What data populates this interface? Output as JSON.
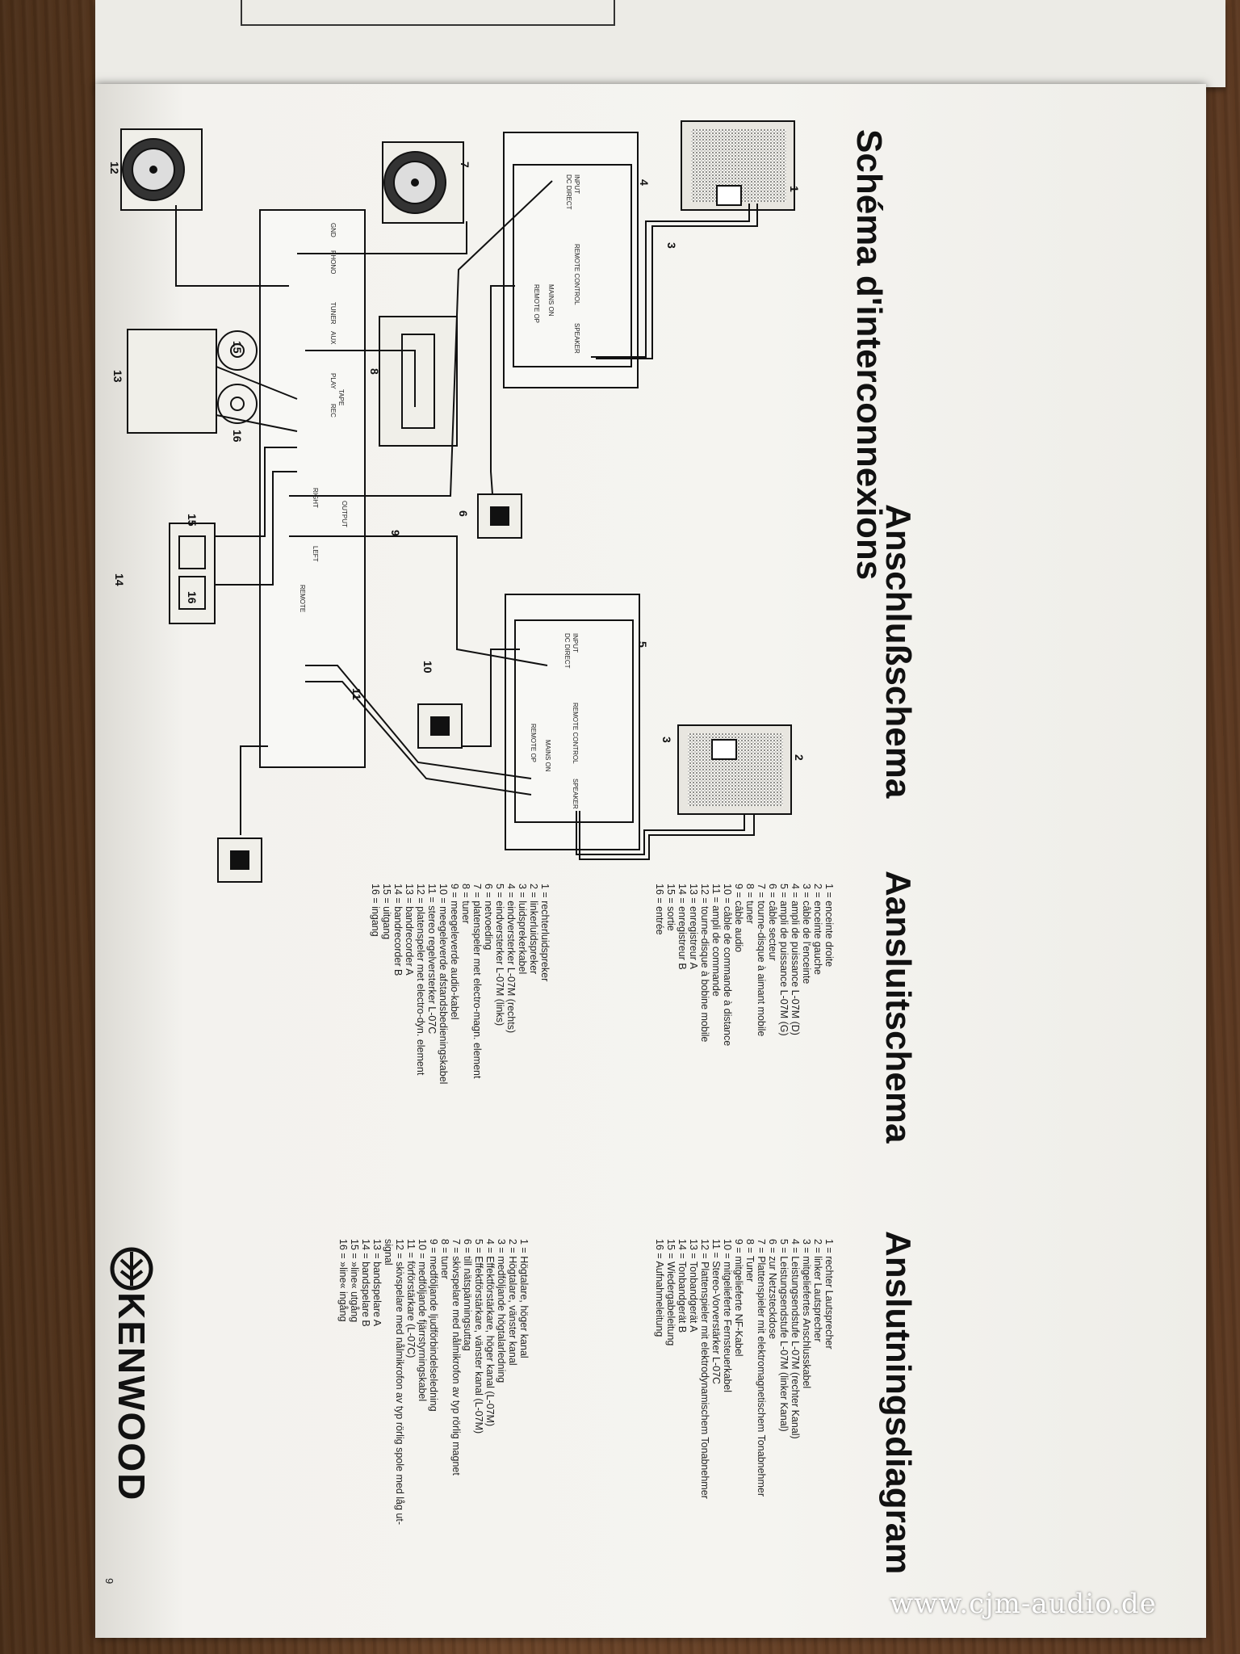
{
  "titles": {
    "fr": "Schéma d'interconnexions",
    "de": "Anschlußschema",
    "nl": "Aansluitschema",
    "sv": "Anslutningsdiagram"
  },
  "legend_fr": [
    "1 = enceinte droite",
    "2 = enceinte gauche",
    "3 = câble de l'enceinte",
    "4 = ampli de puissance L-07M (D)",
    "5 = ampli de puissance L-07M (G)",
    "6 = câble secteur",
    "7 = tourne-disque à aimant mobile",
    "8 = tuner",
    "9 = câble audio",
    "10 = câble de commande à distance",
    "11 = ampli de commande",
    "12 = tourne-disque à bobine mobile",
    "13 = enregistreur A",
    "14 = enregistreur B",
    "15 = sortie",
    "16 = entrée"
  ],
  "legend_nl": [
    "1 = rechterluidspreker",
    "2 = linkerluidspreker",
    "3 = luidsprekerkabel",
    "4 = eindversterker L-07M (rechts)",
    "5 = eindversterker L-07M (links)",
    "6 = netvoeding",
    "7 = platenspeler met electro-magn. element",
    "8 = tuner",
    "9 = meegeleverde audio-kabel",
    "10 = meegeleverde afstandsbedieningskabel",
    "11 = stereo regelversterker L-07C",
    "12 = platenspeler met electro-dyn. element",
    "13 = bandrecorder A",
    "14 = bandrecorder B",
    "15 = uitgang",
    "16 = ingang"
  ],
  "legend_de": [
    "1 = rechter Lautsprecher",
    "2 = linker Lautsprecher",
    "3 = mitgeliefertes Anschlusskabel",
    "4 = Leistungsendstufe L-07M (rechter Kanal)",
    "5 = Leistungsendstufe L-07M (linker Kanal)",
    "6 = zur Netzsteckdose",
    "7 = Plattenspieler mit elektromagnetischem Tonabnehmer",
    "8 = Tuner",
    "9 = mitgelieferte NF-Kabel",
    "10 = mitgelieferte Fernsteuerkabel",
    "11 = Stereo-Vorverstärker L-07C",
    "12 = Plattenspieler mit elektrodynamischem Tonabnehmer",
    "13 = Tonbandgerät A",
    "14 = Tonbandgerät B",
    "15 = Wiedergabeleitung",
    "16 = Aufnahmeleitung"
  ],
  "legend_sv": [
    "1 = Högtalare, höger kanal",
    "2 = Högtalare, vänster kanal",
    "3 = medföljande högtalarledning",
    "4 = Effektförstärkare, höger kanal (L-07M)",
    "5 = Effektförstärkare, vänster kanal (L-07M)",
    "6 = till nätspänningsuttag",
    "7 = skivspelare med nålmikrofon av typ rörlig magnet",
    "8 = tuner",
    "9 = medföljande ljudförbindelseledning",
    "10 = medföljande fjärrstyrningskabel",
    "11 = förförstärkare (L-07C)",
    "12 = skivspelare med nålmikrofon av typ rörlig spole med låg ut-",
    "signal",
    "13 = bandspelare A",
    "14 = bandspelare B",
    "15 = »line« utgång",
    "16 = »line« ingång"
  ],
  "diagram_numbers": [
    "1",
    "2",
    "3",
    "3",
    "4",
    "5",
    "6",
    "7",
    "8",
    "9",
    "10",
    "11",
    "12",
    "13",
    "14",
    "15",
    "15",
    "16",
    "16"
  ],
  "panel_labels": {
    "input": "INPUT",
    "dc_direct": "DC DIRECT",
    "remote_control": "REMOTE CONTROL",
    "speaker": "SPEAKER",
    "mains_on": "MAINS ON",
    "remote_op": "REMOTE OP",
    "phono": "PHONO",
    "tuner": "TUNER",
    "aux": "AUX",
    "play": "PLAY",
    "rec": "REC",
    "tape": "TAPE",
    "output": "OUTPUT",
    "right": "RIGHT",
    "left": "LEFT",
    "remote": "REMOTE",
    "gnd": "GND"
  },
  "brand": "KENWOOD",
  "page_number": "9",
  "watermark": "www.cjm-audio.de",
  "colors": {
    "paper": "#f3f2ee",
    "ink": "#111111",
    "wood": "#5a3a22"
  }
}
